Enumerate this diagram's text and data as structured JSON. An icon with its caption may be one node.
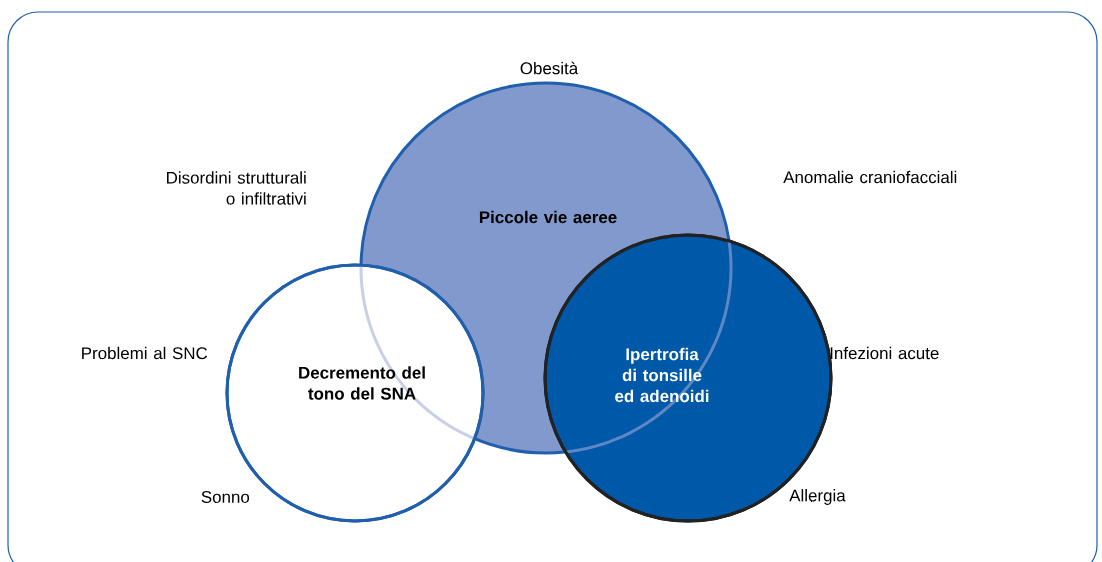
{
  "diagram": {
    "nodes": [
      {
        "text": [
          "Piccole vie aeree"
        ]
      },
      {
        "text": [
          "Decremento del tono del SNA"
        ]
      },
      {
        "text": [
          "Ipertrofia di tonsille ed adenoidi"
        ]
      }
    ],
    "labels": [
      "Obesità",
      "Disordini strutturali o infiltrativi",
      "Anomalie craniofacciali",
      "Problemi al SNC",
      "Infezioni acute",
      "Sonno",
      "Allergia"
    ]
  }
}
